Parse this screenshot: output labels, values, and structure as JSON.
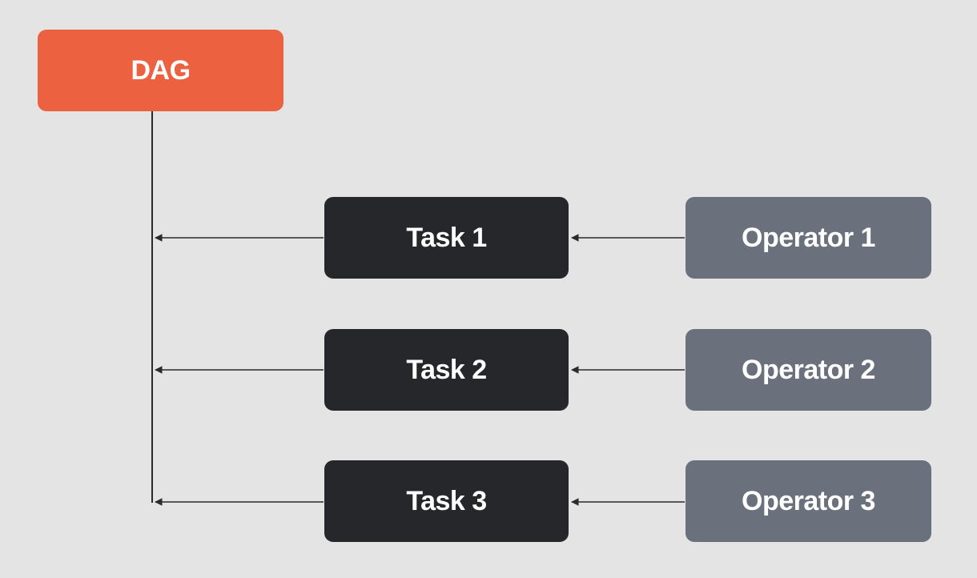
{
  "diagram": {
    "root": {
      "label": "DAG",
      "color": "#ec6240"
    },
    "tasks": [
      {
        "label": "Task 1"
      },
      {
        "label": "Task 2"
      },
      {
        "label": "Task 3"
      }
    ],
    "operators": [
      {
        "label": "Operator 1"
      },
      {
        "label": "Operator 2"
      },
      {
        "label": "Operator 3"
      }
    ],
    "colors": {
      "background": "#e4e4e4",
      "task": "#25272a",
      "operator": "#6a717d",
      "connector": "#2a2a2a"
    }
  }
}
